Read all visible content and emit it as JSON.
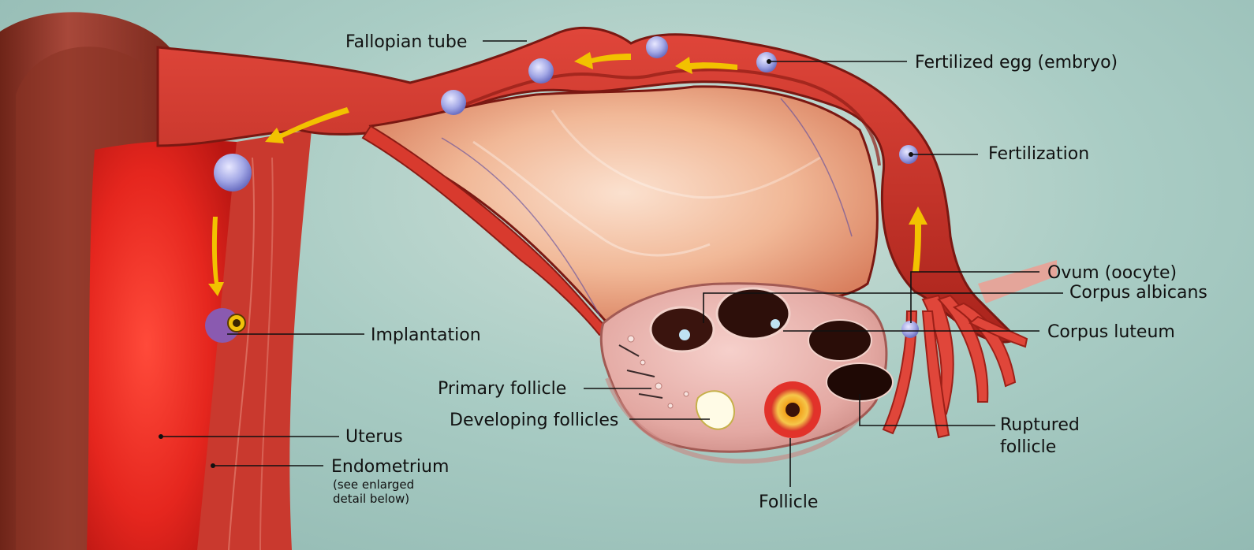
{
  "labels": {
    "fallopian_tube": "Fallopian tube",
    "fertilized_egg": "Fertilized egg (embryo)",
    "fertilization": "Fertilization",
    "ovum": "Ovum (oocyte)",
    "corpus_albicans": "Corpus albicans",
    "corpus_luteum": "Corpus luteum",
    "implantation": "Implantation",
    "primary_follicle": "Primary follicle",
    "developing_follicles": "Developing follicles",
    "ruptured_follicle_line1": "Ruptured",
    "ruptured_follicle_line2": "follicle",
    "uterus": "Uterus",
    "endometrium": "Endometrium",
    "endometrium_note_line1": "(see enlarged",
    "endometrium_note_line2": "detail below)",
    "follicle": "Follicle"
  },
  "colors": {
    "background": "#a9ccc4",
    "tissue_red": "#c8322a",
    "tissue_dark": "#8e1f1a",
    "uterus_wall": "#9a3b2e",
    "ovary_pink": "#e8b4b0",
    "arrow_yellow": "#f2c200",
    "embryo_blue": "#8e92d8"
  }
}
